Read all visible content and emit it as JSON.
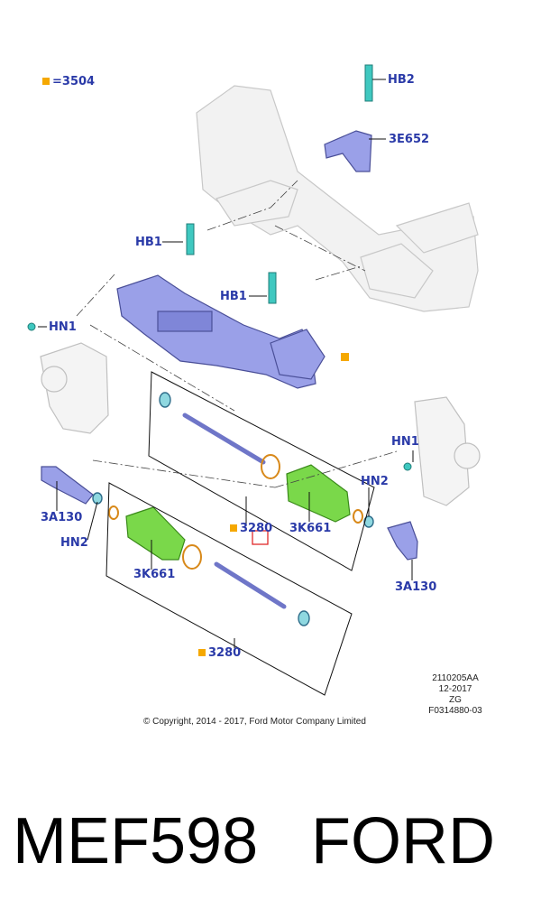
{
  "legend": {
    "text": "=3504",
    "marker_color": "#f5a800"
  },
  "callouts": {
    "hb2": "HB2",
    "p3e652": "3E652",
    "hb1_top": "HB1",
    "hb1_mid": "HB1",
    "hn1_left": "HN1",
    "hn1_right": "HN1",
    "hn2_left": "HN2",
    "hn2_right": "HN2",
    "p3a130_left": "3A130",
    "p3a130_right": "3A130",
    "p3k661_upper": "3K661",
    "p3k661_lower": "3K661",
    "p3280_mid": "3280",
    "p3280_low": "3280"
  },
  "drawing_meta": [
    "2110205AA",
    "12-2017",
    "ZG",
    "F0314880-03"
  ],
  "copyright": "© Copyright, 2014 - 2017, Ford Motor Company Limited",
  "footer": {
    "part_number": "MEF598",
    "brand": "FORD"
  },
  "colors": {
    "label_blue": "#2a3aa8",
    "part_blue": "#9aa0e8",
    "boot_green": "#7ad84a",
    "bolt_teal": "#3fc8c0",
    "orange": "#f5a800"
  }
}
